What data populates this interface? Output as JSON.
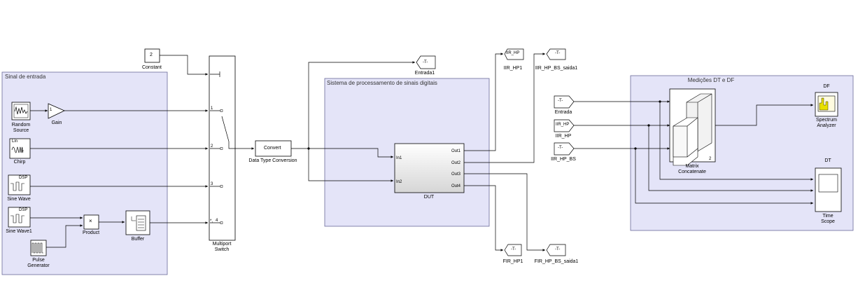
{
  "subsystems": {
    "input": "Sinal de entrada",
    "dsp": "Sistema de processamento de sinais digitais",
    "measure": "Medições DT e DF"
  },
  "blocks": {
    "constant": {
      "label": "Constant",
      "value": "2"
    },
    "random": {
      "label": "Random\nSource"
    },
    "gain": {
      "label": "Gain",
      "value": "1"
    },
    "chirp": {
      "label": "Chirp",
      "icon_text": "Lin"
    },
    "sine": {
      "label": "Sine Wave",
      "icon_text": "DSP"
    },
    "sine1": {
      "label": "Sine Wave1",
      "icon_text": "DSP"
    },
    "product": {
      "label": "Product",
      "symbol": "×"
    },
    "pulse": {
      "label": "Pulse\nGenerator"
    },
    "buffer": {
      "label": "Buffer"
    },
    "switch": {
      "label": "Multiport\nSwitch",
      "ports": [
        "1",
        "2",
        "3",
        "4"
      ],
      "star": "*,"
    },
    "convert": {
      "label": "Data Type Conversion",
      "text": "Convert"
    },
    "dut": {
      "label": "DUT",
      "inputs": [
        "In1",
        "In2"
      ],
      "outputs": [
        "Out1",
        "Out2",
        "Out3",
        "Out4"
      ]
    },
    "entrada1": {
      "label": "Entrada1",
      "tag": "-T-"
    },
    "iir_hp1": {
      "label": "IIR_HP1",
      "tag": "IIR_HP"
    },
    "iir_hp_bs_saida1": {
      "label": "IIR_HP_BS_saida1",
      "tag": "-T-"
    },
    "fir_hp1": {
      "label": "FIR_HP1",
      "tag": "-T-"
    },
    "fir_hp_bs_saida1": {
      "label": "FIR_HP_BS_saida1",
      "tag": "-T-"
    },
    "entrada": {
      "label": "Entrada",
      "tag": "-T-"
    },
    "iir_hp": {
      "label": "IIR_HP",
      "tag": "IIR_HP"
    },
    "iir_hp_bs": {
      "label": "IIR_HP_BS",
      "tag": "-T-"
    },
    "matrix": {
      "label": "Matrix\nConcatenate",
      "port": "2"
    },
    "spectrum": {
      "label": "Spectrum\nAnalyzer",
      "tag": "DF"
    },
    "scope": {
      "label": "Time\nScope",
      "tag": "DT"
    }
  },
  "colors": {
    "subsystem_fill": "#e4e4f8",
    "subsystem_border": "#6a6a9a",
    "wire": "#000000",
    "spectrum_bar": "#e8e000"
  }
}
